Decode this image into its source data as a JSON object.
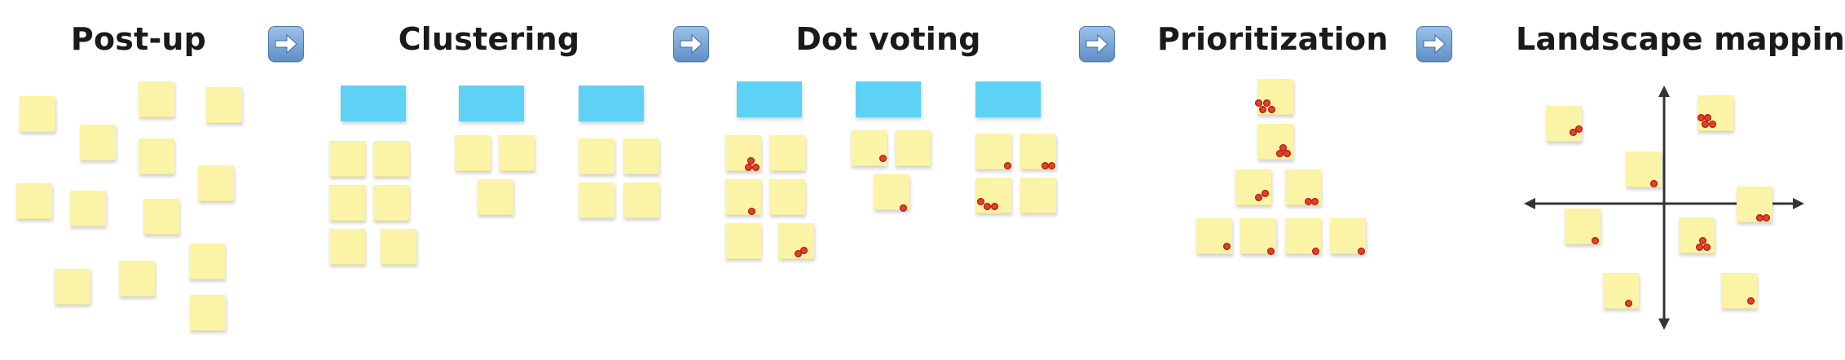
{
  "stages": [
    {
      "title": "Post-up"
    },
    {
      "title": "Clustering"
    },
    {
      "title": "Dot voting"
    },
    {
      "title": "Prioritization"
    },
    {
      "title": "Landscape mapping"
    }
  ],
  "arrows": [
    {
      "icon": "right-arrow-icon"
    },
    {
      "icon": "right-arrow-icon"
    },
    {
      "icon": "right-arrow-icon"
    },
    {
      "icon": "right-arrow-icon"
    }
  ],
  "colors": {
    "sticky_note": "#fbf3a6",
    "header_note": "#5dd2f5",
    "vote_dot": "#e8402a",
    "arrow_button": "#6f9fd4",
    "axis": "#333333"
  }
}
